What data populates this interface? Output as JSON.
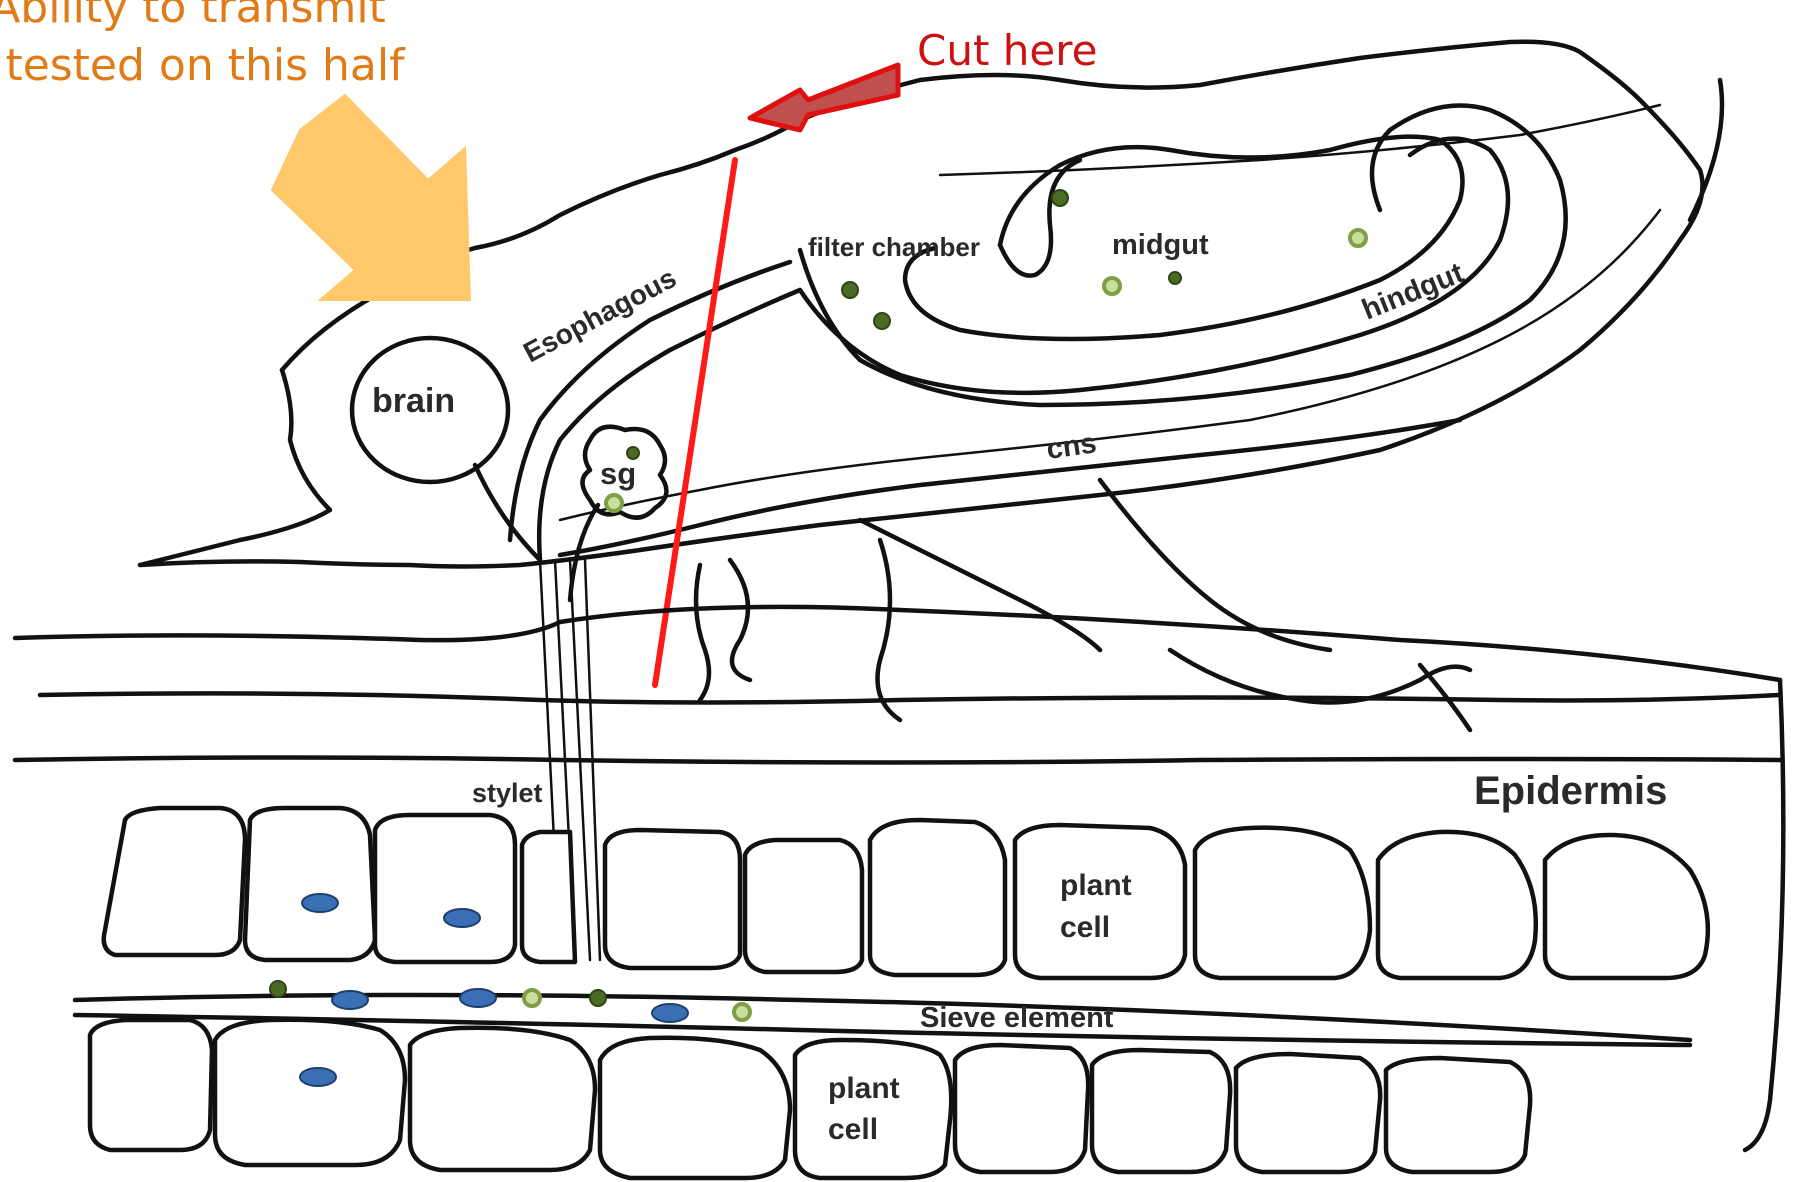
{
  "annotations": {
    "transmit_line1": "Ability to transmit",
    "transmit_line2": "tested on this half",
    "cut": "Cut here"
  },
  "labels": {
    "brain": "brain",
    "esophagous": "Esophagous",
    "filter_chamber": "filter chamber",
    "midgut": "midgut",
    "hindgut": "hindgut",
    "cns": "cns",
    "sg": "sg",
    "stylet": "stylet",
    "epidermis": "Epidermis",
    "plant_cell_1_a": "plant",
    "plant_cell_1_b": "cell",
    "plant_cell_2_a": "plant",
    "plant_cell_2_b": "cell",
    "sieve_element": "Sieve element"
  },
  "colors": {
    "annotation_orange": "#e07b18",
    "arrow_orange": "#ffc86a",
    "cut_red": "#cc1111",
    "cut_line": "#ff1a1a",
    "arrow_red": "#c0504d",
    "particle_dark": "#4a6b24",
    "particle_light": "#a4c46a",
    "nucleus_blue": "#3a6fb5"
  }
}
